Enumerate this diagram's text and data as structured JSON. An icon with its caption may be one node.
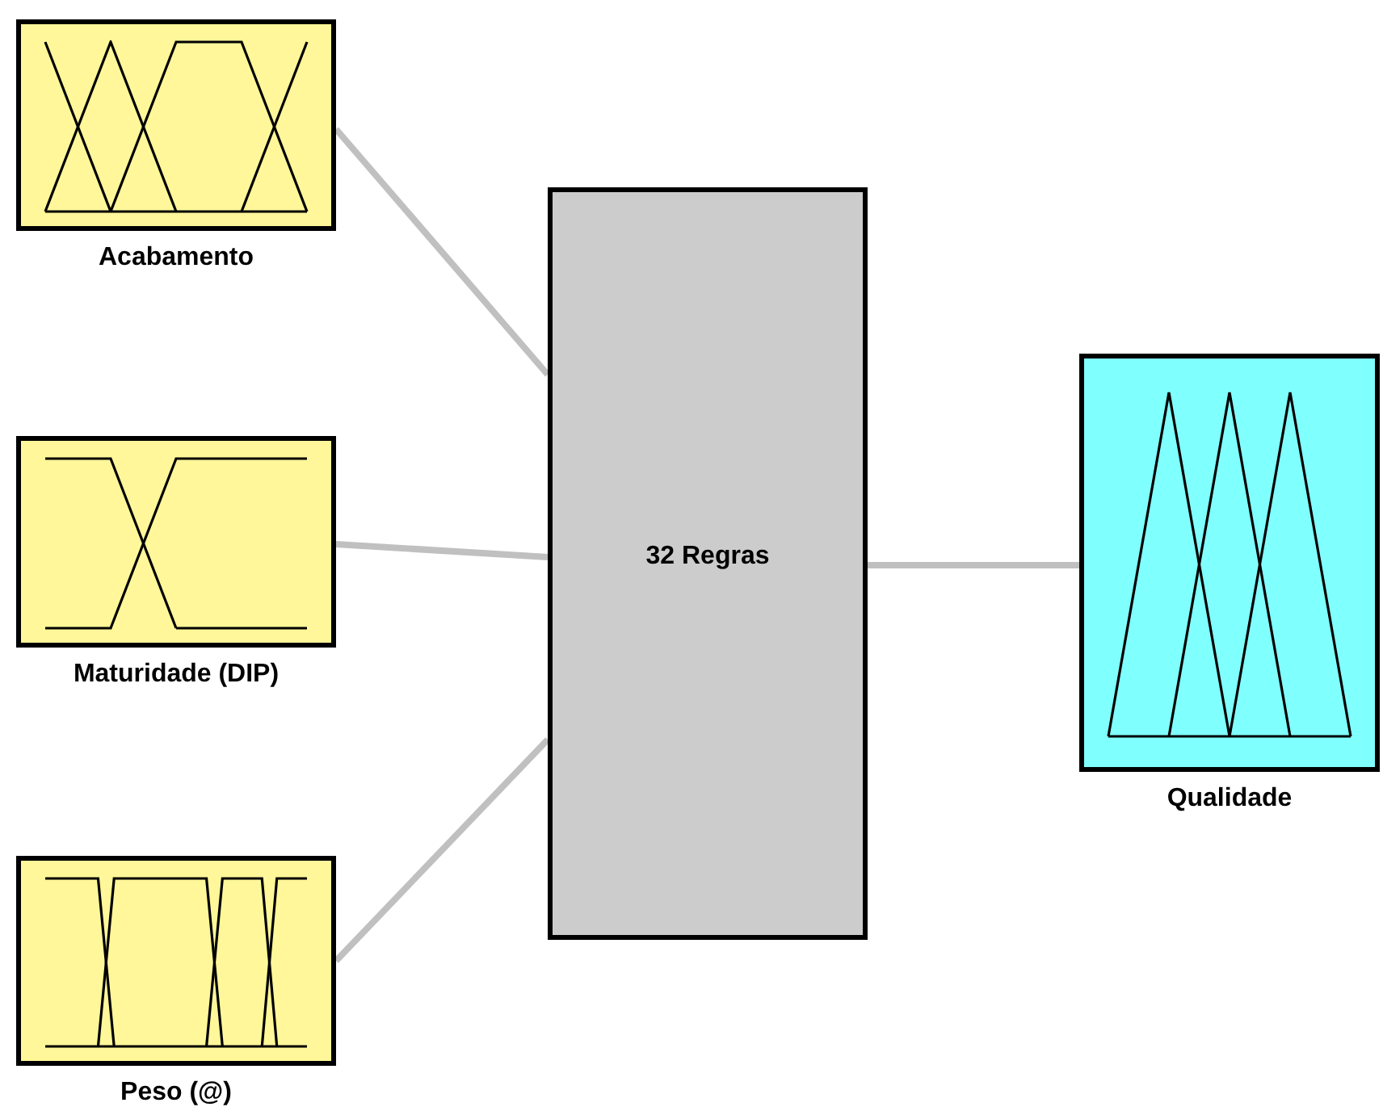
{
  "diagram": {
    "nodes": [
      {
        "text": [
          "Acabamento"
        ]
      },
      {
        "text": [
          "Maturidade (DIP)"
        ]
      },
      {
        "text": [
          "Peso (@)"
        ]
      },
      {
        "text": [
          "32 Regras"
        ]
      },
      {
        "text": [
          "Qualidade"
        ]
      }
    ],
    "edges": [
      {
        "from": 0,
        "to": 3,
        "arrow": "none"
      },
      {
        "from": 1,
        "to": 3,
        "arrow": "none"
      },
      {
        "from": 2,
        "to": 3,
        "arrow": "none"
      },
      {
        "from": 3,
        "to": 4,
        "arrow": "none"
      }
    ]
  }
}
